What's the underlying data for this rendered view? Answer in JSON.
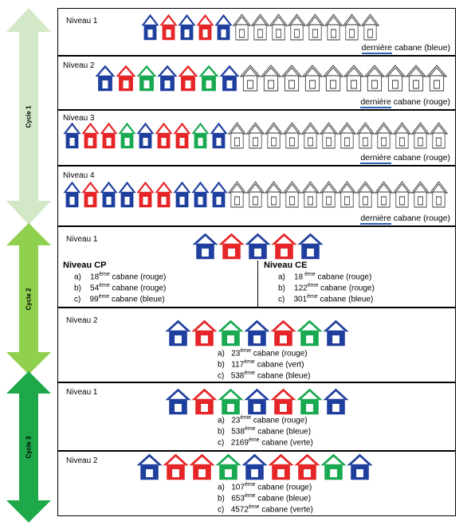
{
  "colors": {
    "blue": "#1f3f9e",
    "red": "#e52527",
    "green": "#19a950",
    "outline": "#333333",
    "accent": "#2e62b8"
  },
  "cycles": [
    {
      "label": "Cycle 1"
    },
    {
      "label": "Cycle 2"
    },
    {
      "label": "Cycle 3"
    }
  ],
  "panels": [
    {
      "level": "Niveau 1",
      "houses": [
        "B",
        "R",
        "B",
        "R",
        "B",
        "W",
        "W",
        "W",
        "W",
        "W",
        "W",
        "W",
        "W"
      ],
      "note_word": "dernière",
      "note_rest": " cabane (bleue)"
    },
    {
      "level": "Niveau 2",
      "houses": [
        "B",
        "R",
        "G",
        "B",
        "R",
        "G",
        "B",
        "W",
        "W",
        "W",
        "W",
        "W",
        "W",
        "W",
        "W",
        "W",
        "W"
      ],
      "note_word": "dernière",
      "note_rest": " cabane (rouge)"
    },
    {
      "level": "Niveau 3",
      "houses": [
        "B",
        "R",
        "R",
        "G",
        "B",
        "R",
        "R",
        "G",
        "B",
        "W",
        "W",
        "W",
        "W",
        "W",
        "W",
        "W",
        "W",
        "W",
        "W",
        "W",
        "W"
      ],
      "note_word": "dernière",
      "note_rest": " cabane (rouge)"
    },
    {
      "level": "Niveau 4",
      "houses": [
        "B",
        "R",
        "B",
        "B",
        "R",
        "R",
        "B",
        "B",
        "B",
        "W",
        "W",
        "W",
        "W",
        "W",
        "W",
        "W",
        "W",
        "W",
        "W",
        "W",
        "W"
      ],
      "note_word": "dernière",
      "note_rest": " cabane (rouge)"
    },
    {
      "level": "Niveau 1",
      "houses": [
        "B",
        "R",
        "B",
        "R",
        "B"
      ],
      "col_left": {
        "title": "Niveau CP",
        "items": [
          {
            "letter": "a)",
            "num": "18",
            "sup": "ème",
            "rest": " cabane (rouge)"
          },
          {
            "letter": "b)",
            "num": "54",
            "sup": "ème",
            "rest": " cabane (rouge)"
          },
          {
            "letter": "c)",
            "num": "99",
            "sup": "ème",
            "rest": " cabane (bleue)"
          }
        ]
      },
      "col_right": {
        "title": "Niveau CE",
        "items": [
          {
            "letter": "a)",
            "num": "18",
            "sup": " ème",
            "rest": " cabane (rouge)"
          },
          {
            "letter": "b)",
            "num": "122",
            "sup": "ème",
            "rest": " cabane (rouge)"
          },
          {
            "letter": "c)",
            "num": "301",
            "sup": "ème",
            "rest": " cabane (bleue)"
          }
        ]
      }
    },
    {
      "level": "Niveau 2",
      "houses": [
        "B",
        "R",
        "G",
        "B",
        "R",
        "G",
        "B"
      ],
      "items": [
        {
          "letter": "a)",
          "num": "23",
          "sup": "ème",
          "rest": " cabane (rouge)"
        },
        {
          "letter": "b)",
          "num": "117",
          "sup": "ème",
          "rest": " cabane (vert)"
        },
        {
          "letter": "c)",
          "num": "538",
          "sup": "ème",
          "rest": " cabane (bleue)"
        }
      ]
    },
    {
      "level": "Niveau 1",
      "houses": [
        "B",
        "R",
        "G",
        "B",
        "R",
        "G",
        "B"
      ],
      "items": [
        {
          "letter": "a)",
          "num": "23",
          "sup": "ème",
          "rest": " cabane (rouge)"
        },
        {
          "letter": "b)",
          "num": "538",
          "sup": "ème",
          "rest": " cabane (bleue)"
        },
        {
          "letter": "c)",
          "num": "2169",
          "sup": "ème",
          "rest": " cabane (verte)"
        }
      ]
    },
    {
      "level": "Niveau 2",
      "houses": [
        "B",
        "R",
        "R",
        "G",
        "B",
        "R",
        "R",
        "G",
        "B"
      ],
      "items": [
        {
          "letter": "a)",
          "num": "107",
          "sup": "ème",
          "rest": " cabane (rouge)"
        },
        {
          "letter": "b)",
          "num": "653",
          "sup": "ème",
          "rest": " cabane (bleue)"
        },
        {
          "letter": "c)",
          "num": "4572",
          "sup": "ème",
          "rest": " cabane (verte)"
        }
      ]
    }
  ]
}
